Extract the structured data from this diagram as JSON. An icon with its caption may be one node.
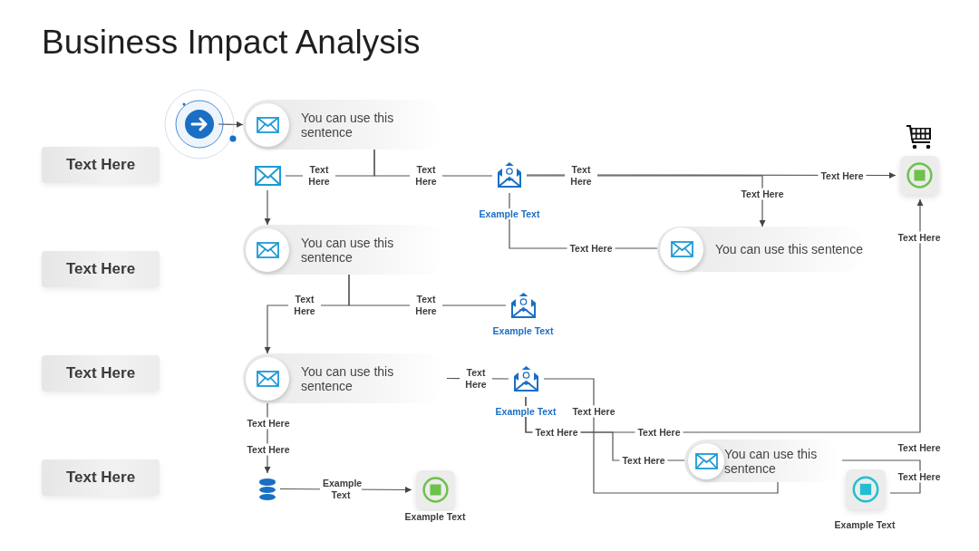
{
  "diagram": {
    "title": "Business Impact Analysis",
    "nodes": [
      {
        "text": [],
        "shape": "circle"
      },
      {
        "text": [
          "You can use this sentence"
        ]
      },
      {
        "text": [
          "Text Here"
        ]
      },
      {
        "text": [],
        "shape": "envelope"
      },
      {
        "text": [],
        "shape": "envelope",
        "beside": [
          "Example Text"
        ]
      },
      {
        "text": [],
        "shape": "button"
      },
      {
        "text": [
          "You can use this sentence"
        ]
      },
      {
        "text": [
          "Text Here"
        ]
      },
      {
        "text": [
          "You can use this sentence"
        ]
      },
      {
        "text": [],
        "shape": "envelope",
        "beside": [
          "Example Text"
        ]
      },
      {
        "text": [
          "Text Here"
        ]
      },
      {
        "text": [
          "You can use this sentence"
        ]
      },
      {
        "text": [],
        "shape": "envelope",
        "beside": [
          "Example Text"
        ]
      },
      {
        "text": [
          "Text Here"
        ]
      },
      {
        "text": [
          "You can use this sentence"
        ]
      },
      {
        "text": [],
        "shape": "cylinder"
      },
      {
        "text": [],
        "shape": "button",
        "beside": [
          "Example Text"
        ]
      },
      {
        "text": [],
        "shape": "button",
        "beside": [
          "Example Text"
        ]
      }
    ],
    "edges": [
      {
        "from": 0,
        "to": 1,
        "arrow": "to"
      },
      {
        "from": 1,
        "to": 3,
        "arrow": "none",
        "label": "Text Here"
      },
      {
        "from": 1,
        "to": 4,
        "arrow": "none",
        "label": "Text Here"
      },
      {
        "from": 3,
        "to": 8,
        "arrow": "to"
      },
      {
        "from": 4,
        "to": 5,
        "arrow": "to",
        "label": "Text Here"
      },
      {
        "from": 4,
        "to": 6,
        "arrow": "to",
        "label": "Text Here"
      },
      {
        "from": 4,
        "to": 6,
        "arrow": "none",
        "label": "Text Here"
      },
      {
        "from": 12,
        "to": 5,
        "arrow": "to",
        "label": "Text Here"
      },
      {
        "from": 12,
        "to": 14,
        "arrow": "none",
        "label": "Text Here"
      },
      {
        "from": 12,
        "to": 14,
        "arrow": "none",
        "label": "Text Here"
      },
      {
        "from": 8,
        "to": 11,
        "arrow": "to",
        "label": "Text Here"
      },
      {
        "from": 8,
        "to": 9,
        "arrow": "none",
        "label": "Text Here"
      },
      {
        "from": 11,
        "to": 12,
        "arrow": "none",
        "label": "Text Here"
      },
      {
        "from": 11,
        "to": 15,
        "arrow": "to",
        "label": "Text Here"
      },
      {
        "from": 15,
        "to": 16,
        "arrow": "to",
        "label": "Example Text"
      },
      {
        "from": 14,
        "to": 17,
        "arrow": "none",
        "label": "Text Here"
      }
    ],
    "labels": [
      "Text Here",
      "Text Here",
      "Text Here",
      "Text Here",
      "Text Here"
    ]
  }
}
